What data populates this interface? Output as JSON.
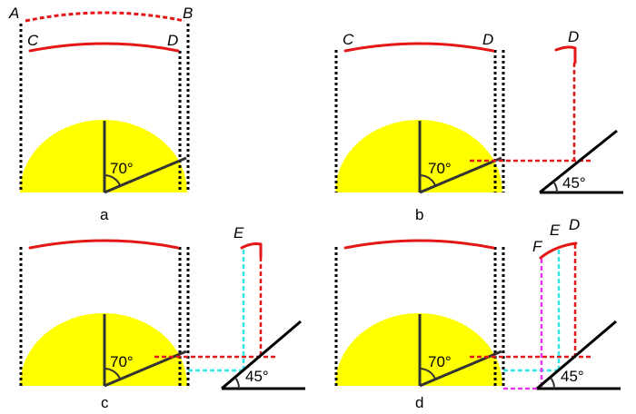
{
  "labels": {
    "A": "A",
    "B": "B",
    "C": "C",
    "D": "D",
    "E": "E",
    "F": "F",
    "angle70": "70°",
    "angle45": "45°"
  },
  "captions": {
    "a": "a",
    "b": "b",
    "c": "c",
    "d": "d"
  },
  "colors": {
    "sun": "#ffff00",
    "arc": "#e51616",
    "dashRed": "#e51616",
    "dashCyan": "#33e6e6",
    "dashMagenta": "#ee33ee",
    "boundary": "#000000",
    "ray": "#333333"
  }
}
